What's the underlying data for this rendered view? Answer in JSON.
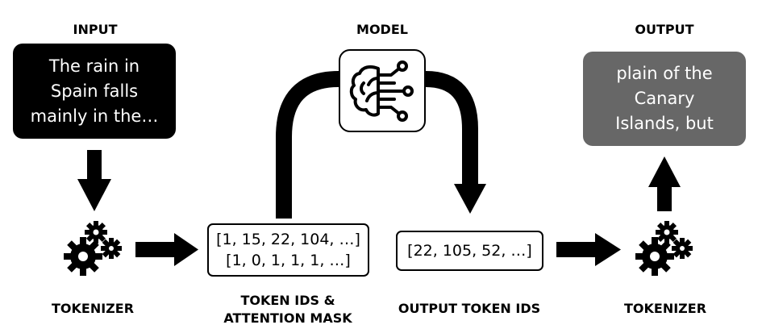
{
  "labels": {
    "input": "INPUT",
    "model": "MODEL",
    "output": "OUTPUT",
    "tokenizer_left": "TOKENIZER",
    "token_ids_line1": "TOKEN IDS &",
    "token_ids_line2": "ATTENTION MASK",
    "output_token_ids": "OUTPUT TOKEN IDS",
    "tokenizer_right": "TOKENIZER"
  },
  "input_text": "The rain in\nSpain falls\nmainly in the…",
  "output_text": "plain of the\nCanary\nIslands, but",
  "token_ids": "[1, 15, 22, 104, …]",
  "attention_mask": "[1, 0, 1, 1, 1, …]",
  "output_ids": "[22, 105, 52, …]",
  "icons": {
    "tokenizer": "gears-icon",
    "model": "brain-circuit-icon"
  },
  "colors": {
    "input_box": "#000000",
    "output_box": "#676767",
    "arrow": "#000000"
  }
}
